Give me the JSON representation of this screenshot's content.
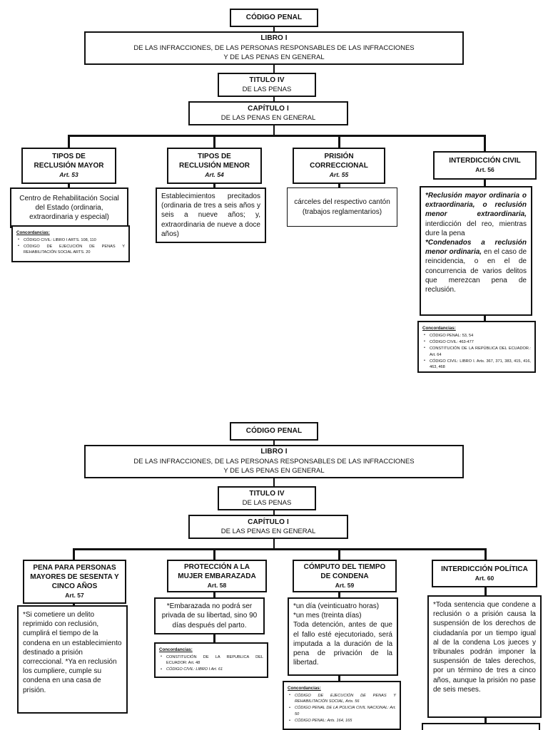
{
  "diagrams": [
    {
      "id": "diagram-penas-generales-1",
      "root": {
        "label": "CÓDIGO PENAL"
      },
      "libro": {
        "title": "LIBRO I",
        "line1": "DE LAS INFRACCIONES, DE LAS PERSONAS RESPONSABLES DE LAS INFRACCIONES",
        "line2": "Y DE LAS PENAS EN GENERAL"
      },
      "titulo": {
        "title": "TITULO IV",
        "sub": "DE LAS PENAS"
      },
      "capitulo": {
        "title": "CAPÍTULO I",
        "sub": "DE LAS PENAS EN GENERAL"
      },
      "columns": [
        {
          "head_line1": "TIPOS DE",
          "head_line2": "RECLUSIÓN MAYOR",
          "article": "Art. 53",
          "body": "Centro de Rehabilitación Social del Estado (ordinaria, extraordinaria y especial)",
          "concordancias": {
            "title": "Concordancias:",
            "items": [
              "CÓDIGO CIVIL: LIBRO I ARTS. 108, 110",
              "CÓDIGO DE EJECUCIÓN DE PENAS Y REHABILITACIÓN SOCIAL ARTS. 20"
            ]
          }
        },
        {
          "head_line1": "TIPOS DE",
          "head_line2": "RECLUSIÓN MENOR",
          "article": "Art. 54",
          "body": "Establecimientos precitados (ordinaria de tres a seis años y seis a nueve años; y, extraordinaria de nueve a doce años)",
          "concordancias": null
        },
        {
          "head_line1": "PRISIÓN",
          "head_line2": "CORRECCIONAL",
          "article": "Art. 55",
          "body": "cárceles del respectivo cantón (trabajos reglamentarios)",
          "concordancias": null
        },
        {
          "head_line1": "INTERDICCIÓN CIVIL",
          "head_line2": "",
          "article": "Art. 56",
          "body_rich": true,
          "body_p1_em": "*Reclusión mayor ordinaria o extraordinaria, o reclusión menor extraordinaria,",
          "body_p1_rest": " interdicción del reo, mientras dure la pena",
          "body_p2_em": "*Condenados a reclusión menor ordinaria,",
          "body_p2_rest": " en el caso de reincidencia, o en el de concurrencia de varios delitos que merezcan pena de reclusión.",
          "concordancias": {
            "title": "Concordancias:",
            "items": [
              "CÓDIGO PENAL: 53, 54",
              "CÓDIGO CIVIL: 463-477",
              "CONSTITUCIÓN DE LA REPÚBLICA DEL ECUADOR.: Art. 64",
              "CÓDIGO CIVIL: LIBRO I. Arts. 367, 371, 383, 415, 416, 463, 468"
            ]
          }
        }
      ]
    },
    {
      "id": "diagram-penas-generales-2",
      "root": {
        "label": "CÓDIGO PENAL"
      },
      "libro": {
        "title": "LIBRO I",
        "line1": "DE LAS INFRACCIONES, DE LAS PERSONAS RESPONSABLES DE LAS INFRACCIONES",
        "line2": "Y DE LAS PENAS EN GENERAL"
      },
      "titulo": {
        "title": "TITULO IV",
        "sub": "DE LAS PENAS"
      },
      "capitulo": {
        "title": "CAPÍTULO I",
        "sub": "DE LAS PENAS EN GENERAL"
      },
      "columns": [
        {
          "head_line1": "PENA PARA PERSONAS",
          "head_line2": "MAYORES DE SESENTA Y",
          "head_line3": "CINCO AÑOS",
          "article": "Art. 57",
          "body": "*Si cometiere un delito reprimido con reclusión, cumplirá el tiempo de la condena en un establecimiento destinado a prisión correccional. *Ya en reclusión los cumpliere, cumple su condena en una casa de prisión.",
          "concordancias": null
        },
        {
          "head_line1": "PROTECCIÓN A LA",
          "head_line2": "MUJER EMBARAZADA",
          "article": "Art. 58",
          "body": "*Embarazada no podrá ser privada de su libertad, sino 90 días después del parto.",
          "concordancias": {
            "title": "Concordancias:",
            "items": [
              "CONSTITUCIÓN DE LA REPUBLICA DEL ECUADOR: Art. 48",
              "CÓDIGO CIVIL: LIBRO I Art. 61"
            ]
          }
        },
        {
          "head_line1": "CÓMPUTO DEL TIEMPO",
          "head_line2": "DE CONDENA",
          "article": "Art. 59",
          "body": "*un día (veinticuatro horas) *un mes (treinta días) Toda detención, antes de que el fallo esté ejecutoriado, será imputada a la duración de la pena de privación de la libertad.",
          "body_lines": [
            "*un día (veinticuatro horas)",
            "*un mes (treinta días)"
          ],
          "body_rest": "Toda detención, antes de que el fallo esté ejecutoriado, será imputada a la duración de la pena de privación de la libertad.",
          "concordancias": {
            "title": "Concordancias:",
            "items": [
              "CÓDIGO DE EJECUCIÓN DE PENAS Y REHABILITACIÓN SOCIAL, Arts. 56",
              "CÓDIGO PENAL DE LA POLICIA CIVIL NACIONAL: Art. 50",
              "CÓDIGO PENAL: Arts. 164, 165"
            ]
          }
        },
        {
          "head_line1": "INTERDICCIÓN POLÍTICA",
          "head_line2": "",
          "article": "Art. 60",
          "body": "*Toda sentencia que condene a reclusión o a prisión causa la suspensión de los derechos de ciudadanía por un tiempo igual al de la condena Los jueces y tribunales podrán imponer la suspensión de tales derechos, por un término de tres a cinco años, aunque la prisión no pase de seis meses.",
          "concordancias": null,
          "trailing_empty_box": true
        }
      ]
    }
  ]
}
